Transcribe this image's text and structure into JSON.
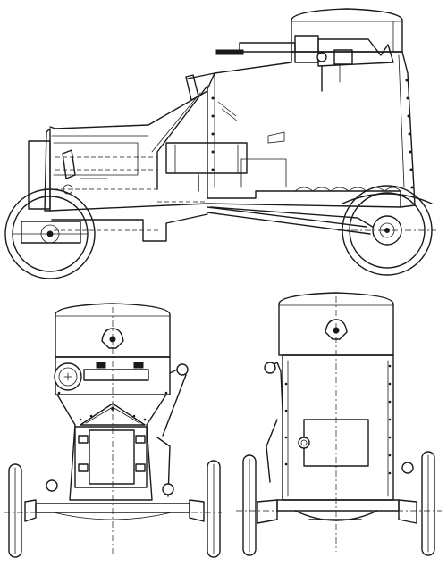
{
  "drawing": {
    "views": [
      "side-view",
      "front-view",
      "rear-view"
    ],
    "colors": {
      "ink": "#1a1a1a",
      "paper": "#ffffff"
    }
  }
}
